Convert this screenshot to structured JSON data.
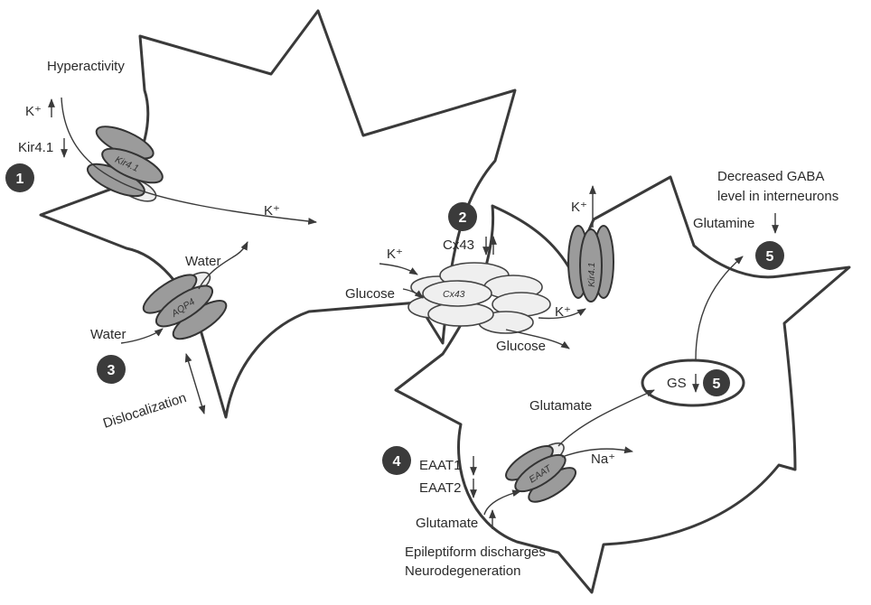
{
  "labels": {
    "hyperactivity": "Hyperactivity",
    "k_up": "K⁺",
    "kir_down": "Kir4.1",
    "k_out1": "K⁺",
    "water_top": "Water",
    "water_in": "Water",
    "dislocalization": "Dislocalization",
    "cx43": "Cx43",
    "k_gap": "K⁺",
    "glucose_in": "Glucose",
    "glucose_out": "Glucose",
    "k_out2": "K⁺",
    "k_kir2": "K⁺",
    "gaba_line1": "Decreased GABA",
    "gaba_line2": "level in interneurons",
    "glutamine": "Glutamine",
    "gs": "GS",
    "glutamate_top": "Glutamate",
    "na": "Na⁺",
    "eaat1": "EAAT1",
    "eaat2": "EAAT2",
    "glutamate_up": "Glutamate",
    "epileptiform": "Epileptiform discharges",
    "neurodegeneration": "Neurodegeneration"
  },
  "channels": {
    "kir1": "Kir4.1",
    "aqp4": "AQP4",
    "cx43": "Cx43",
    "kir2": "Kir4.1",
    "eaat": "EAAT"
  },
  "badges": {
    "b1": "1",
    "b2": "2",
    "b3": "3",
    "b4": "4",
    "b5a": "5",
    "b5b": "5"
  },
  "colors": {
    "cell_outline": "#3a3a3a",
    "channel_dark": "#9b9b9b",
    "channel_light": "#efefef",
    "badge_fill": "#3b3b3b"
  }
}
